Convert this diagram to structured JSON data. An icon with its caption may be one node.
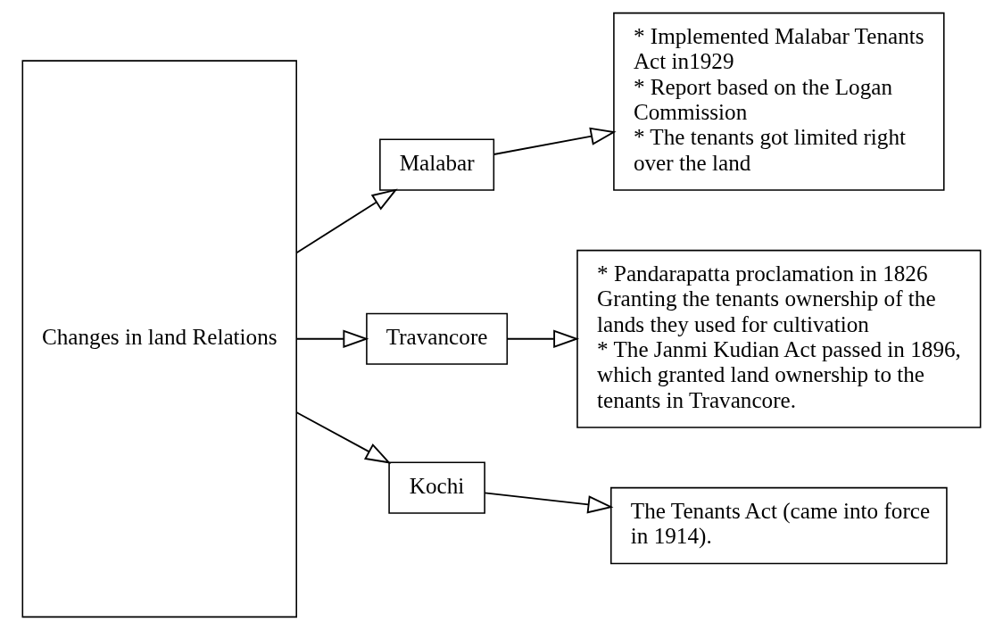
{
  "diagram": {
    "nodes": [
      {
        "text": [
          "Changes in land Relations"
        ]
      },
      {
        "text": [
          "Malabar"
        ]
      },
      {
        "text": [
          "* Implemented Malabar Tenants Act in1929",
          "* Report based on the Logan Commission",
          "* The tenants got limited right over the land"
        ]
      },
      {
        "text": [
          "Travancore"
        ]
      },
      {
        "text": [
          "* Pandarapatta proclamation in 1826 Granting the tenants ownership of the lands they used for cultivation",
          "* The Janmi Kudian Act passed in 1896, which granted land ownership to the tenants in Travancore."
        ]
      },
      {
        "text": [
          "Kochi"
        ]
      },
      {
        "text": [
          "The Tenants Act (came into force in 1914)."
        ]
      }
    ],
    "edges": [
      {
        "from": 0,
        "to": 1,
        "arrow": "to"
      },
      {
        "from": 1,
        "to": 2,
        "arrow": "to"
      },
      {
        "from": 0,
        "to": 3,
        "arrow": "to"
      },
      {
        "from": 3,
        "to": 4,
        "arrow": "to"
      },
      {
        "from": 0,
        "to": 5,
        "arrow": "to"
      },
      {
        "from": 5,
        "to": 6,
        "arrow": "to"
      }
    ]
  }
}
